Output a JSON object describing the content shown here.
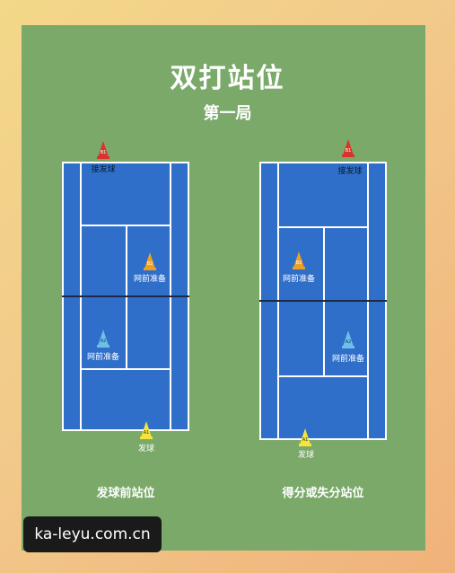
{
  "title": "双打站位",
  "subtitle": "第一局",
  "left_court": {
    "caption": "发球前站位",
    "labels": {
      "b1_role": "接发球",
      "b2_role": "网前准备",
      "a2_role": "网前准备",
      "a1_role": "发球"
    },
    "markers": {
      "b1": "B1",
      "b2": "B2",
      "a2": "A2",
      "a1": "A1"
    }
  },
  "right_court": {
    "caption": "得分或失分站位",
    "labels": {
      "b1_role": "接发球",
      "b2_role": "网前准备",
      "a2_role": "网前准备",
      "a1_role": "发球"
    },
    "markers": {
      "b1": "B1",
      "b2": "B2",
      "a2": "A2",
      "a1": "A1"
    }
  },
  "watermark": "ka-leyu.com.cn",
  "colors": {
    "court": "#2f6fc9",
    "panel": "#7aa96a",
    "marker_red": "#d9342b",
    "marker_orange": "#f0a020",
    "marker_blue": "#6cc0e8",
    "marker_yellow": "#f5e43a"
  }
}
